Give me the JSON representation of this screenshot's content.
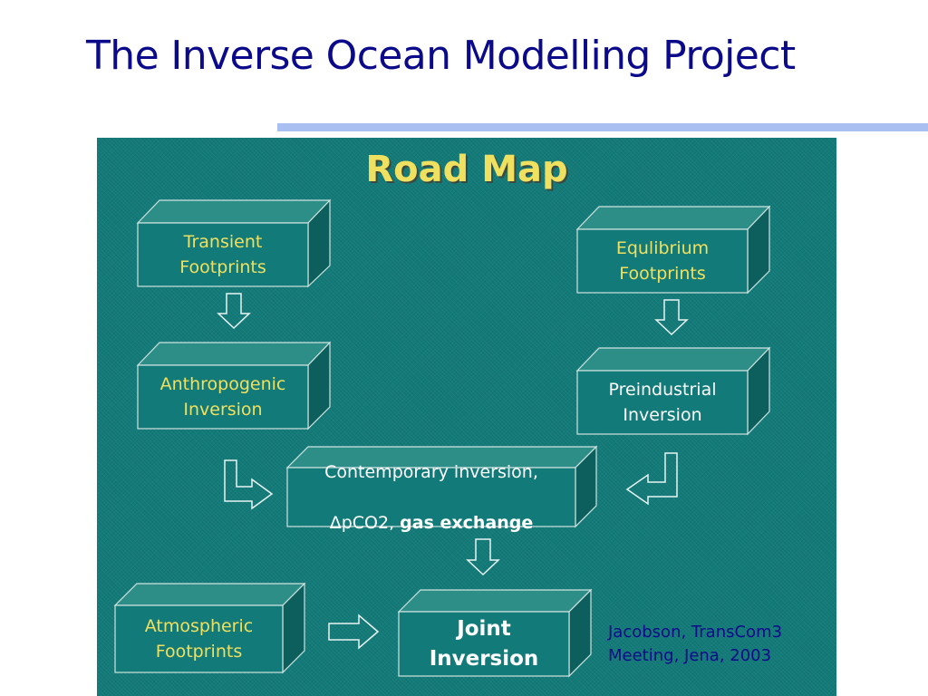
{
  "slide": {
    "title": "The Inverse Ocean Modelling Project",
    "citation": "Jacobson, TransCom3\nMeeting, Jena, 2003"
  },
  "diagram": {
    "title": "Road Map",
    "boxes": {
      "transient": "Transient\nFootprints",
      "equilibrium": "Equlibrium\nFootprints",
      "anthropogenic": "Anthropogenic\nInversion",
      "preindustrial": "Preindustrial\nInversion",
      "contemporary_line1": "Contemporary inversion,",
      "contemporary_line2_prefix": "ΔpCO2, ",
      "contemporary_line2_bold": "gas exchange",
      "atmospheric": "Atmospheric\nFootprints",
      "joint": "Joint\nInversion"
    }
  },
  "colors": {
    "title_blue": "#0a0a8a",
    "panel_teal": "#127a78",
    "box_front": "#127a78",
    "box_top": "#2d8e88",
    "box_side": "#0c5f5d",
    "label_yellow": "#f0e060",
    "title_rule": "#a9bff2"
  },
  "icons": [
    "down-arrow-icon",
    "right-arrow-icon",
    "elbow-arrow-icon"
  ]
}
